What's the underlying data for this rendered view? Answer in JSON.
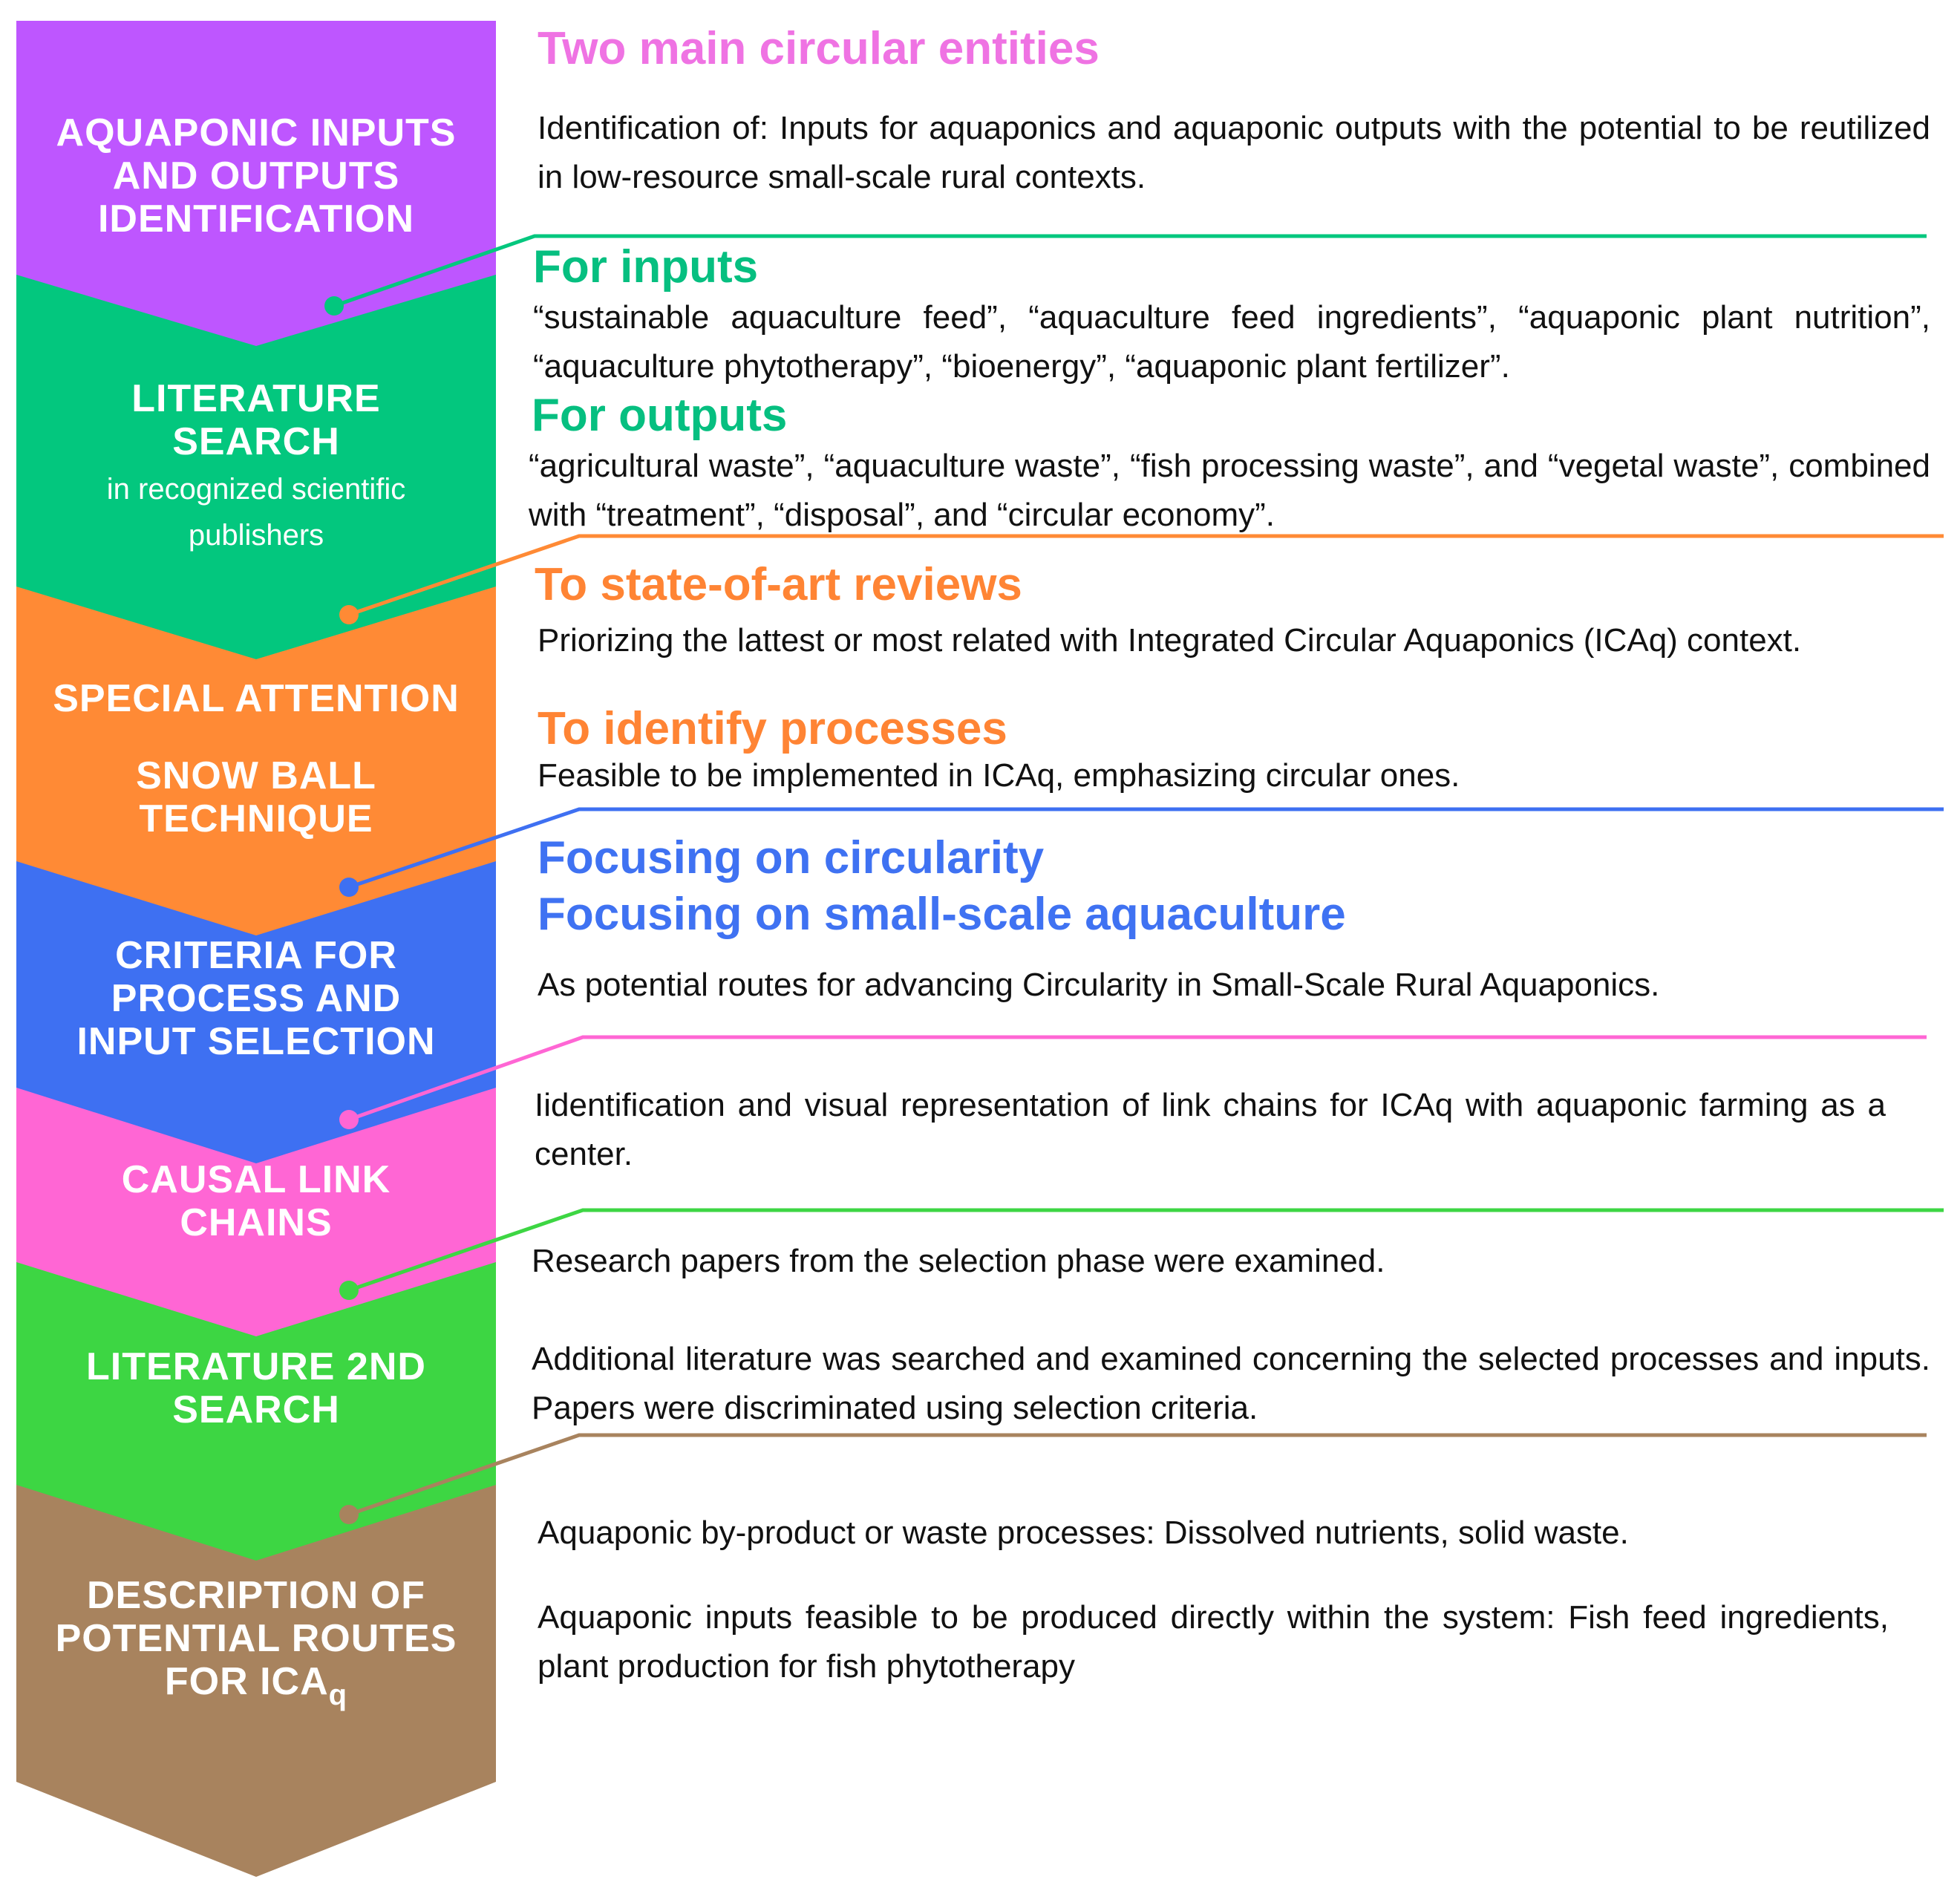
{
  "colors": {
    "purple": "#BE56FF",
    "green_dark": "#03C77E",
    "orange": "#FF8A35",
    "blue": "#3E70F2",
    "pink": "#FF66D4",
    "green_light": "#3DD643",
    "brown": "#A8835E",
    "heading_pink": "#EF73E3",
    "heading_green": "#06BF80",
    "heading_orange": "#FF8434",
    "heading_blue": "#3F72F2",
    "text": "#111111"
  },
  "stages": [
    {
      "id": "identification",
      "lines": [
        "AQUAPONIC INPUTS",
        "AND OUTPUTS",
        "IDENTIFICATION"
      ]
    },
    {
      "id": "literature-search",
      "lines": [
        "LITERATURE",
        "SEARCH"
      ],
      "sub": [
        "in recognized scientific",
        "publishers"
      ]
    },
    {
      "id": "special-attention",
      "lines": [
        "SPECIAL ATTENTION"
      ],
      "lines2": [
        "SNOW BALL",
        "TECHNIQUE"
      ]
    },
    {
      "id": "criteria",
      "lines": [
        "CRITERIA FOR",
        "PROCESS AND",
        "INPUT SELECTION"
      ]
    },
    {
      "id": "causal-link",
      "lines": [
        "CAUSAL LINK",
        "CHAINS"
      ]
    },
    {
      "id": "literature-2nd",
      "lines": [
        "LITERATURE  2ND",
        "SEARCH"
      ]
    },
    {
      "id": "description",
      "lines": [
        "DESCRIPTION OF",
        "POTENTIAL ROUTES"
      ],
      "last_prefix": "FOR  ICA",
      "last_subscript": "q"
    }
  ],
  "sections": {
    "s1": {
      "heading": "Two main circular entities",
      "text": "Identification of: Inputs for aquaponics and aquaponic outputs with the potential to be reutilized in low-resource small-scale rural contexts."
    },
    "s2": {
      "heading_inputs": "For inputs",
      "text_inputs": "“sustainable aquaculture feed”, “aquaculture feed ingredients”, “aquaponic plant nutrition”, “aquaculture phytotherapy”, “bioenergy”, “aquaponic plant fertilizer”.",
      "heading_outputs": "For outputs",
      "text_outputs": "“agricultural waste”, “aquaculture waste”, “fish processing waste”, and “vegetal waste”, combined with “treatment”, “disposal”, and “circular economy”."
    },
    "s3": {
      "heading_reviews": "To state-of-art reviews",
      "text_reviews": "Priorizing the lattest or most related with Integrated Circular Aquaponics (ICAq) context.",
      "heading_processes": "To identify processes",
      "text_processes": "Feasible to be implemented in ICAq, emphasizing circular ones."
    },
    "s4": {
      "heading_circularity": "Focusing on circularity",
      "heading_small_scale": "Focusing on small-scale aquaculture",
      "text": "As potential routes for advancing Circularity in Small-Scale Rural Aquaponics."
    },
    "s5": {
      "text": "Iidentification and visual representation of link chains for ICAq with aquaponic farming as a center."
    },
    "s6": {
      "text_1": "Research papers from the selection phase were examined.",
      "text_2": "Additional literature was searched and examined concerning the selected processes and inputs. Papers were discriminated using selection criteria."
    },
    "s7": {
      "text_1": "Aquaponic by-product or waste processes: Dissolved nutrients, solid waste.",
      "text_2": "Aquaponic inputs feasible to be produced directly within the system: Fish feed ingredients, plant production for fish phytotherapy"
    }
  }
}
